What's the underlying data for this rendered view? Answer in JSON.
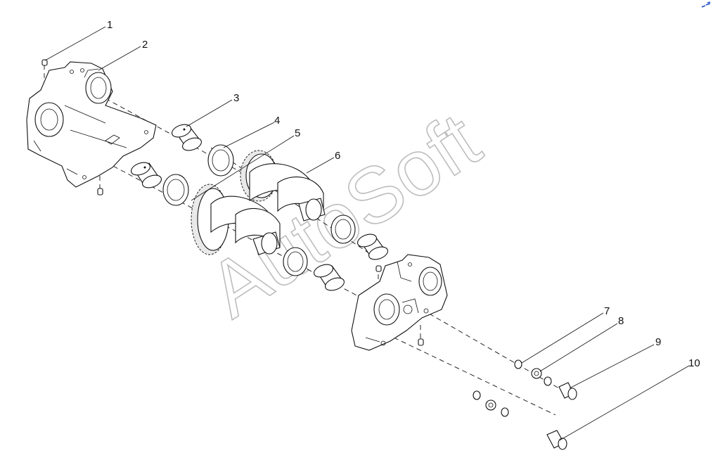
{
  "watermark": "AutoSoft",
  "callouts": [
    "1",
    "2",
    "3",
    "4",
    "5",
    "6",
    "7",
    "8",
    "9",
    "10"
  ],
  "colors": {
    "line": "#111111",
    "watermark": "#bdbdbd",
    "background": "#ffffff",
    "mark": "#1e50c8"
  }
}
